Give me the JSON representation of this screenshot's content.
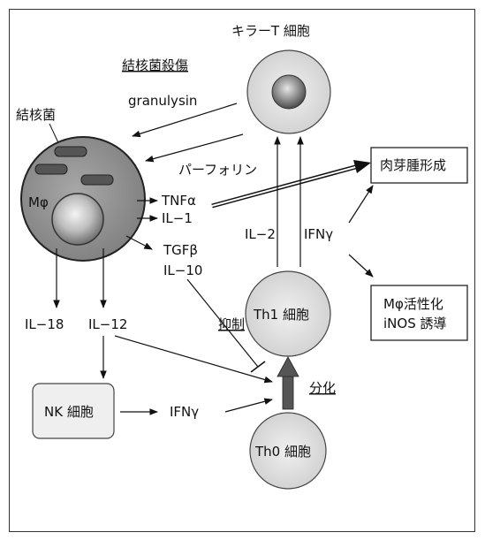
{
  "title": "結核菌殺傷",
  "labels": {
    "killer_t": "キラーT 細胞",
    "tb_bacteria": "結核菌",
    "granulysin": "granulysin",
    "perforin": "パーフォリン",
    "macrophage": "Mφ",
    "tnf": "TNFα",
    "il1": "IL−1",
    "tgf": "TGFβ",
    "il10": "IL−10",
    "il2": "IL−2",
    "ifn_top": "IFNγ",
    "granuloma": "肉芽腫形成",
    "activation_line1": "Mφ活性化",
    "activation_line2": "iNOS 誘導",
    "il18": "IL−18",
    "il12": "IL−12",
    "suppression": "抑制",
    "th1": "Th1 細胞",
    "nk": "NK 細胞",
    "ifn_nk": "IFNγ",
    "differentiation": "分化",
    "th0": "Th0 細胞"
  }
}
